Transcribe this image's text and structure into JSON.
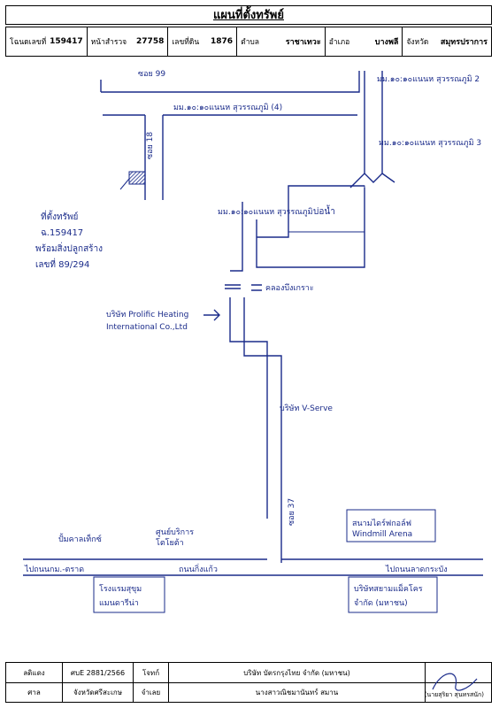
{
  "title": "แผนที่ตั้งทรัพย์",
  "info": {
    "deed_label": "โฉนดเลขที่",
    "deed_no": "159417",
    "survey_label": "หน้าสำรวจ",
    "survey_no": "27758",
    "land_label": "เลขที่ดิน",
    "land_no": "1876",
    "tambon_label": "ตำบล",
    "tambon": "ราชาเทวะ",
    "amphoe_label": "อำเภอ",
    "amphoe": "บางพลี",
    "province_label": "จังหวัด",
    "province": "สมุทรปราการ"
  },
  "map": {
    "soi_top": "ซอย 99",
    "main_road": "มม.๑๐:๑๐แนนห สุวรรณภูมิ (4)",
    "right_top": "มม.๑๐:๑๐แนนห สุวรรณภูมิ 2",
    "right_mid": "มม.๑๐:๑๐แนนห สุวรรณภูมิ 3",
    "soi_vertical": "ซอย 18",
    "property_title": "ที่ตั้งทรัพย์",
    "property_line1": "ฉ.159417",
    "property_line2": "พร้อมสิ่งปลูกสร้าง",
    "property_line3": "เลขที่ 89/294",
    "mid_road": "มม.๑๐:๑๐แนนห สุวรรณภูมิ",
    "pond": "บ่อน้ำ",
    "canal": "คลองบึงเกราะ",
    "company1_line1": "บริษัท Prolific Heating",
    "company1_line2": "International Co.,Ltd",
    "company2": "บริษัท V-Serve",
    "soi_lower": "ซอย 37",
    "golf": "สนามไดร์ฟกอล์ฟ",
    "golf2": "Windmill Arena",
    "bottom_left_a": "ปั้มคาลเท็กซ์",
    "bottom_left_b": "ศูนย์บริการ",
    "bottom_left_c": "โตโยต้า",
    "road_left": "ไปถนนกม.-ตราด",
    "road_mid": "ถนนกิ่งแก้ว",
    "road_right": "ไปถนนลาดกระบัง",
    "hotel_line1": "โรงแรมสุขุม",
    "hotel_line2": "แมนดารีน่า",
    "mall_line1": "บริษัทสยามแม็คโคร",
    "mall_line2": "จำกัด (มหาชน)"
  },
  "footer": {
    "r1_c1": "ลดิแดง",
    "r1_c2": "ศบE 2881/2566",
    "r1_c3": "โจทก์",
    "r1_c4": "บริษัท บัตรกรุงไทย จำกัด (มหาชน)",
    "r2_c1": "ศาล",
    "r2_c2": "จังหวัดศรีสะเกษ",
    "r2_c3": "จำเลย",
    "r2_c4": "นางสาวณิชมานันทร์ สมาน",
    "signer": "(นายสุริยา สุนทรสนัก)"
  },
  "colors": {
    "ink": "#1a2b8a",
    "hatch": "#1a2b8a"
  }
}
